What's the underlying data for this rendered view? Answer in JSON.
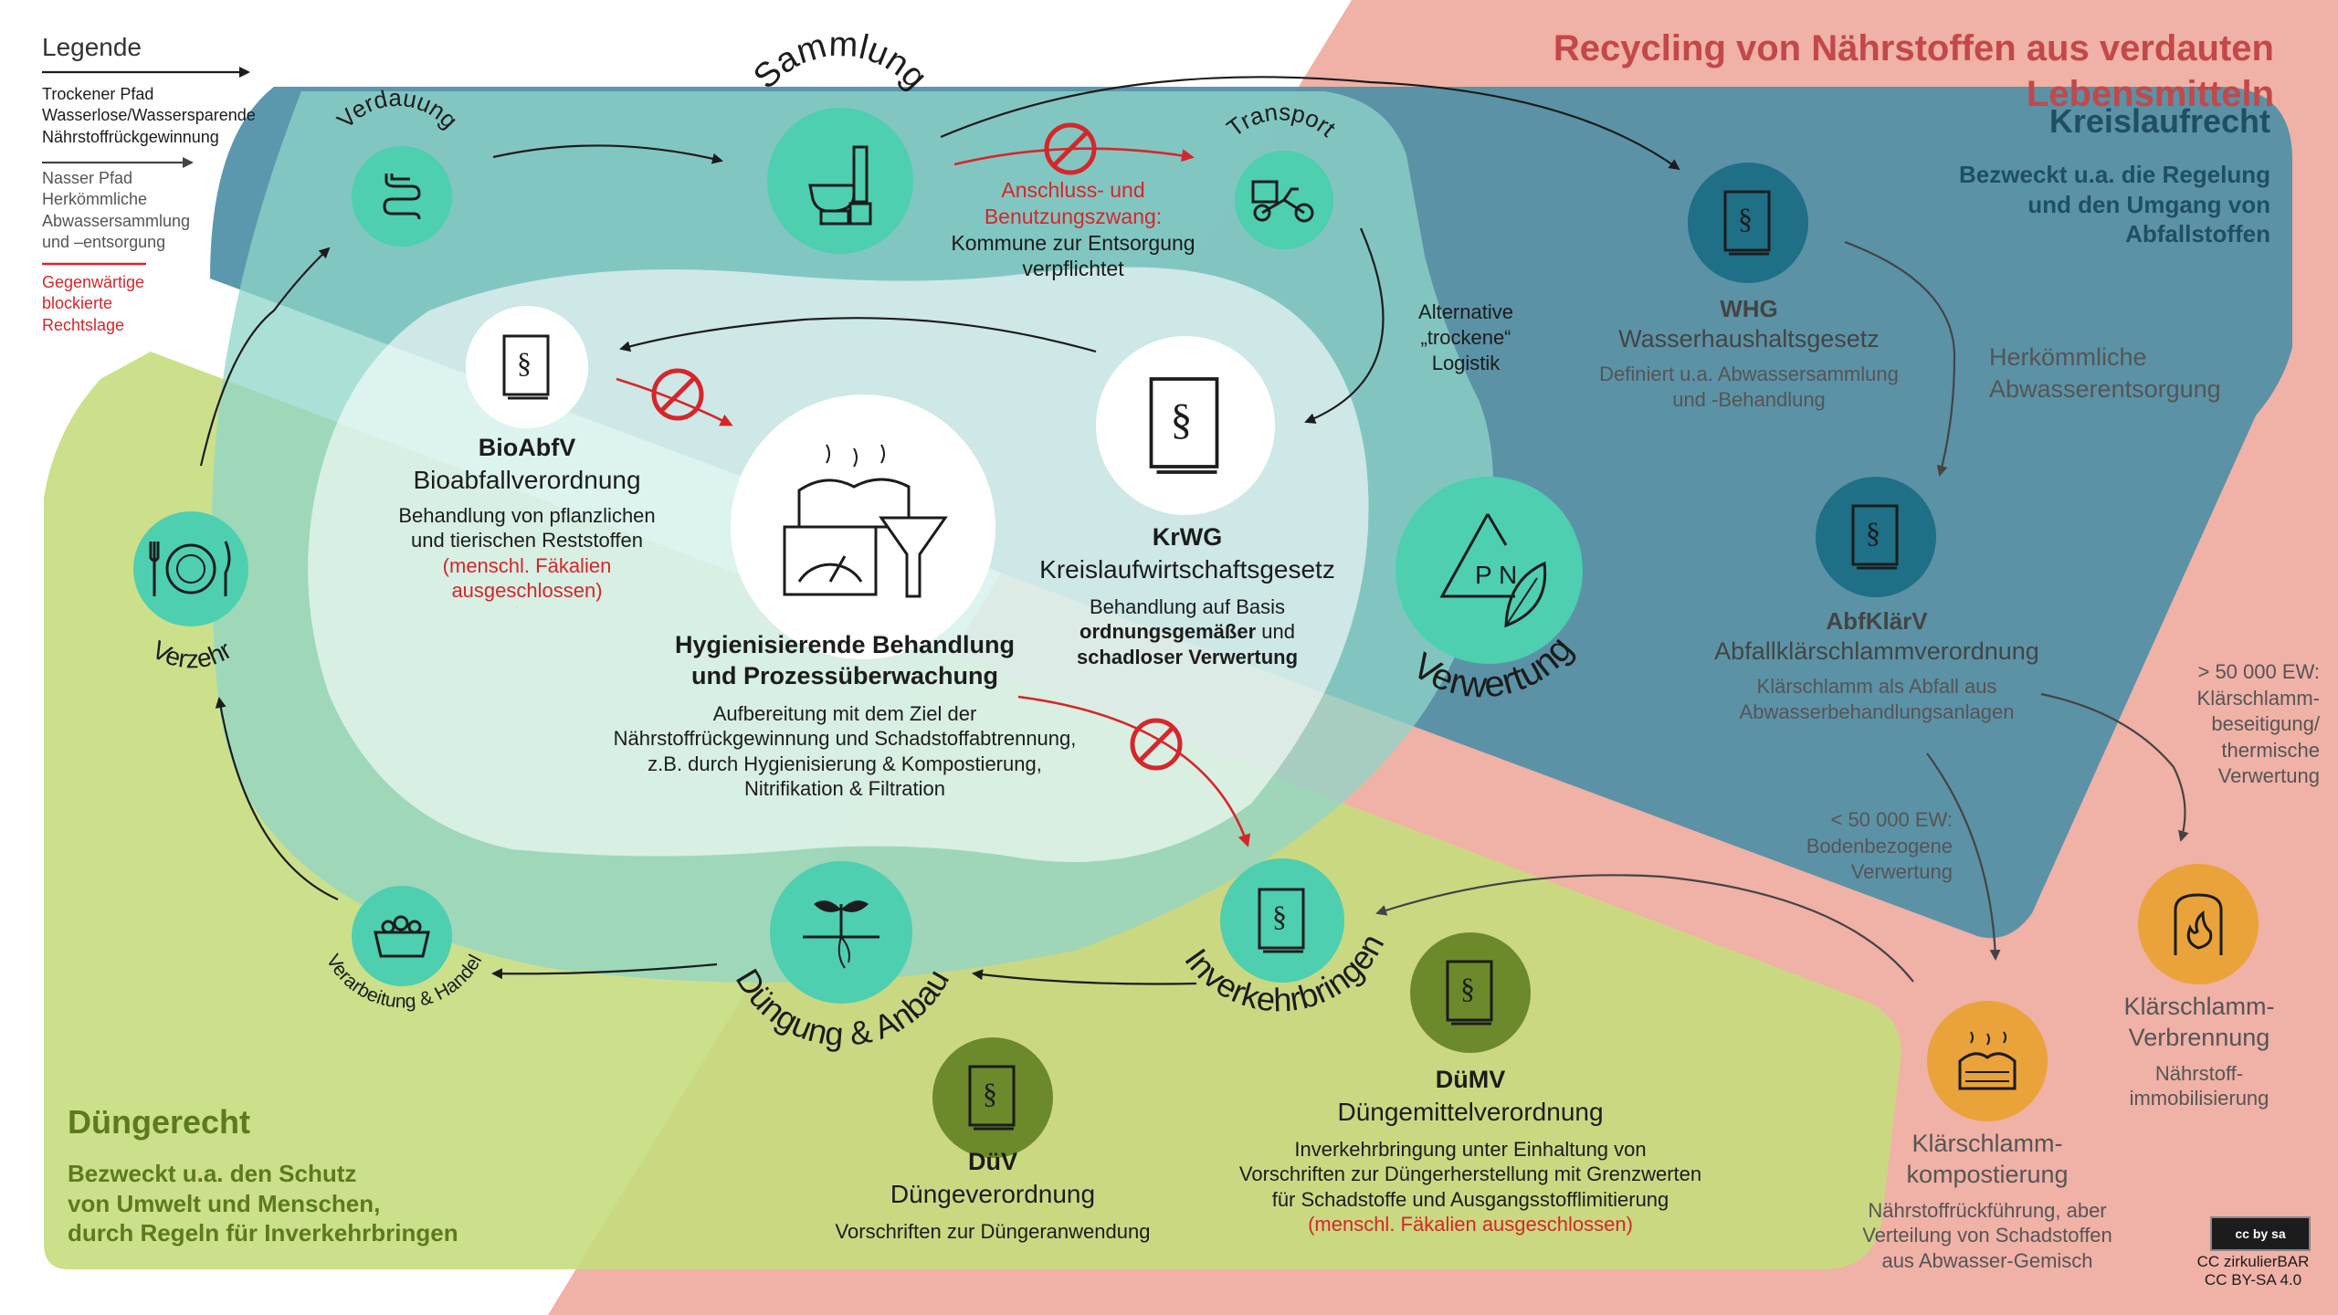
{
  "title": "Recycling von Nährstoffen aus verdauten Lebensmitteln",
  "legend": {
    "heading": "Legende",
    "dry_path": [
      "Trockener Pfad",
      "Wasserlose/Wassersparende",
      "Nährstoffrückgewinnung"
    ],
    "wet_path": [
      "Nasser Pfad",
      "Herkömmliche",
      "Abwassersammlung",
      "und –entsorgung"
    ],
    "blocked": [
      "Gegenwärtige",
      "blockierte",
      "Rechtslage"
    ]
  },
  "cycle": {
    "verdauung": "Verdauung",
    "sammlung": "Sammlung",
    "transport": "Transport",
    "verwertung": "Verwertung",
    "inverkehrbringen": "Inverkehrbringen",
    "duengung": "Düngung & Anbau",
    "verarbeitung": "Verarbeitung & Handel",
    "verzehr": "Verzehr"
  },
  "anschluss": {
    "line1": "Anschluss- und",
    "line2": "Benutzungszwang:",
    "line3": "Kommune zur Entsorgung",
    "line4": "verpflichtet"
  },
  "alt_logistik": [
    "Alternative",
    "„trockene“",
    "Logistik"
  ],
  "bioabfv": {
    "abbr": "BioAbfV",
    "name": "Bioabfallverordnung",
    "desc1": "Behandlung von pflanzlichen",
    "desc2": "und tierischen Reststoffen",
    "note1": "(menschl. Fäkalien",
    "note2": "ausgeschlossen)"
  },
  "krwg": {
    "abbr": "KrWG",
    "name": "Kreislaufwirtschaftsgesetz",
    "desc1": "Behandlung auf Basis",
    "desc2a": "ordnungsgemäßer",
    "desc2b": " und",
    "desc3": "schadloser Verwertung"
  },
  "hygiene": {
    "title1": "Hygienisierende Behandlung",
    "title2": "und Prozessüberwachung",
    "desc1": "Aufbereitung mit dem Ziel der",
    "desc2": "Nährstoffrückgewinnung und Schadstoffabtrennung,",
    "desc3": "z.B. durch Hygienisierung & Kompostierung,",
    "desc4": "Nitrifikation & Filtration"
  },
  "kreislaufrecht": {
    "title": "Kreislaufrecht",
    "desc1": "Bezweckt u.a. die Regelung",
    "desc2": "und den Umgang von",
    "desc3": "Abfallstoffen"
  },
  "whg": {
    "abbr": "WHG",
    "name": "Wasserhaushaltsgesetz",
    "desc1": "Definiert u.a. Abwassersammlung",
    "desc2": "und -Behandlung"
  },
  "herkoemmlich": [
    "Herkömmliche",
    "Abwasserentsorgung"
  ],
  "abfklaerv": {
    "abbr": "AbfKlärV",
    "name": "Abfallklärschlammverordnung",
    "desc1": "Klärschlamm als Abfall aus",
    "desc2": "Abwasserbehandlungsanlagen"
  },
  "ew_large": [
    "> 50 000 EW:",
    "Klärschlamm-",
    "beseitigung/",
    "thermische",
    "Verwertung"
  ],
  "ew_small": [
    "< 50 000 EW:",
    "Bodenbezogene",
    "Verwertung"
  ],
  "verbrennung": {
    "name1": "Klärschlamm-",
    "name2": "Verbrennung",
    "desc1": "Nährstoff-",
    "desc2": "immobilisierung"
  },
  "kompostierung": {
    "name1": "Klärschlamm-",
    "name2": "kompostierung",
    "desc1": "Nährstoffrückführung, aber",
    "desc2": "Verteilung von Schadstoffen",
    "desc3": "aus Abwasser-Gemisch"
  },
  "duengerecht": {
    "title": "Düngerecht",
    "desc1": "Bezweckt u.a. den Schutz",
    "desc2": "von Umwelt und Menschen,",
    "desc3": "durch Regeln für Inverkehrbringen"
  },
  "duev": {
    "abbr": "DüV",
    "name": "Düngeverordnung",
    "desc": "Vorschriften zur Düngeranwendung"
  },
  "duemv": {
    "abbr": "DüMV",
    "name": "Düngemittelverordnung",
    "desc1": "Inverkehrbringung unter Einhaltung von",
    "desc2": "Vorschriften zur Düngerherstellung mit Grenzwerten",
    "desc3": "für Schadstoffe und Ausgangsstofflimitierung",
    "note": "(menschl. Fäkalien ausgeschlossen)"
  },
  "pn": "P N",
  "license": {
    "badge": "cc by sa",
    "line1": "CC zirkulierBAR",
    "line2": "CC BY-SA 4.0"
  },
  "colors": {
    "salmon": "#f0b1a6",
    "blue_zone": "#4e8fa6",
    "teal_zone": "#8fd6c8",
    "green_zone": "#c7dd7e",
    "teal_node": "#4dcfb0",
    "dark_teal_node": "#1f6f86",
    "olive_node": "#6c8a2b",
    "orange_node": "#e9a33a",
    "red": "#d6262b",
    "title_red": "#c2484a"
  },
  "icons": [
    "paragraph-book-icon",
    "intestine-icon",
    "toilet-icon",
    "cargo-bike-icon",
    "plate-icon",
    "basket-icon",
    "sprout-icon",
    "recycle-leaf-icon",
    "treatment-plant-icon",
    "compost-icon",
    "fire-icon",
    "prohibited-icon"
  ]
}
